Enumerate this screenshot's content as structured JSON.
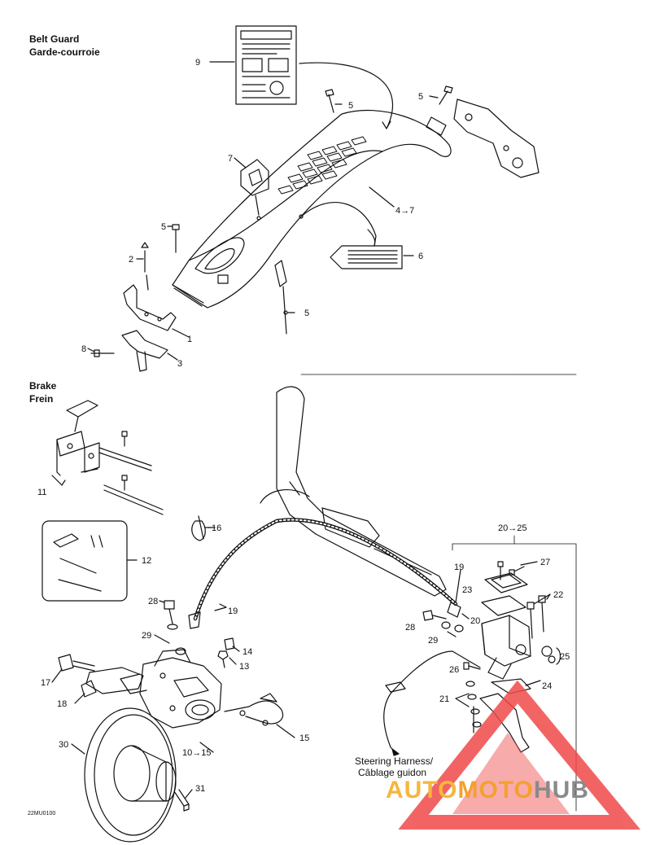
{
  "sections": {
    "belt_guard": {
      "title_en": "Belt Guard",
      "title_fr": "Garde-courroie"
    },
    "brake": {
      "title_en": "Brake",
      "title_fr": "Frein"
    }
  },
  "callouts": {
    "c9": "9",
    "c5a": "5",
    "c5b": "5",
    "c7": "7",
    "c5c": "5",
    "c4_7": "4→7",
    "c2": "2",
    "c6": "6",
    "c5d": "5",
    "c1": "1",
    "c8": "8",
    "c3": "3",
    "c11": "11",
    "c16": "16",
    "c12": "12",
    "c20_25": "20→25",
    "c19a": "19",
    "c27": "27",
    "c23": "23",
    "c22": "22",
    "c28a": "28",
    "c19b": "19",
    "c20": "20",
    "c28b": "28",
    "c29a": "29",
    "c29b": "29",
    "c14": "14",
    "c25": "25",
    "c26": "26",
    "c13": "13",
    "c17": "17",
    "c24": "24",
    "c18": "18",
    "c21": "21",
    "c10_15": "10→15",
    "c15": "15",
    "c30": "30",
    "c31": "31"
  },
  "harness_label": {
    "line1": "Steering Harness/",
    "line2": "Câblage guidon"
  },
  "drawing_code": "22MU0100",
  "watermark": {
    "part1": "AUTO",
    "part2": "MOTO",
    "part3": "HUB",
    "color1": "#f5b73c",
    "color2": "#f3a12e",
    "color3": "#8a8a8a",
    "logo_color": "#f04a4a"
  },
  "colors": {
    "ink": "#111111",
    "background": "#ffffff"
  }
}
